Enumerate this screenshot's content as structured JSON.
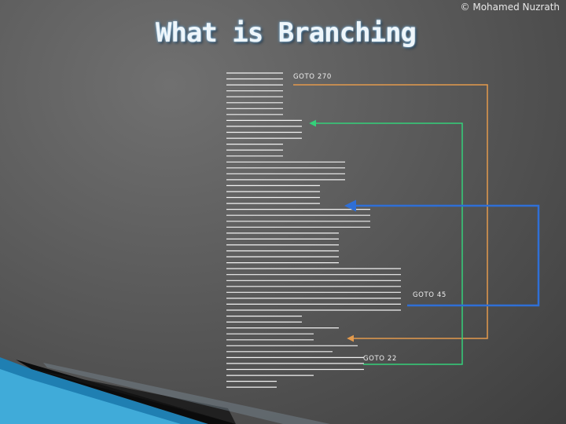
{
  "copyright": "© Mohamed Nuzrath",
  "title": "What is Branching",
  "gotos": [
    {
      "label": "GOTO 270",
      "color": "#e39a4d"
    },
    {
      "label": "GOTO 45",
      "color": "#2f6fd6"
    },
    {
      "label": "GOTO 22",
      "color": "#34d07a"
    }
  ],
  "colors": {
    "code_line": "#f2f2f2",
    "branch_270": "#e39a4d",
    "branch_22": "#34d07a",
    "branch_45": "#2f6fd6"
  }
}
